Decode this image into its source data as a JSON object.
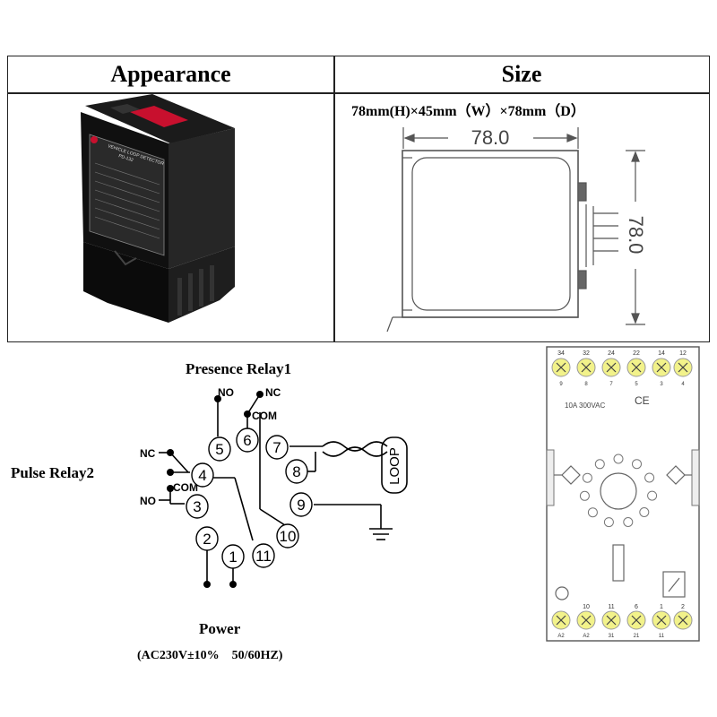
{
  "table": {
    "header_left": "Appearance",
    "header_right": "Size",
    "size_text": "78mm(H)×45mm（W）×78mm（D）"
  },
  "drawing": {
    "width_dim": "78.0",
    "height_dim": "78.0"
  },
  "device": {
    "label_title": "VEHICLE LOOP DETECTOR",
    "model": "PD-132"
  },
  "wiring": {
    "presence_label": "Presence Relay1",
    "pulse_label": "Pulse Relay2",
    "power_label": "Power",
    "power_spec": "(AC230V±10%    50/60HZ)",
    "no_label": "NO",
    "nc_label": "NC",
    "com_label": "COM",
    "loop_label": "LOOP",
    "terminals": [
      "1",
      "2",
      "3",
      "4",
      "5",
      "6",
      "7",
      "8",
      "9",
      "10",
      "11"
    ]
  },
  "socket": {
    "top_nums_big": [
      "34",
      "32",
      "24",
      "22",
      "14",
      "12"
    ],
    "top_nums_small": [
      "9",
      "8",
      "7",
      "5",
      "3",
      "4"
    ],
    "rating": "10A  300VAC",
    "ce_mark": "CE",
    "bottom_nums_a": [
      "",
      "10",
      "11",
      "6",
      "1",
      "2"
    ],
    "bottom_nums_b": [
      "A2",
      "A2",
      "31",
      "21",
      "11",
      ""
    ]
  }
}
